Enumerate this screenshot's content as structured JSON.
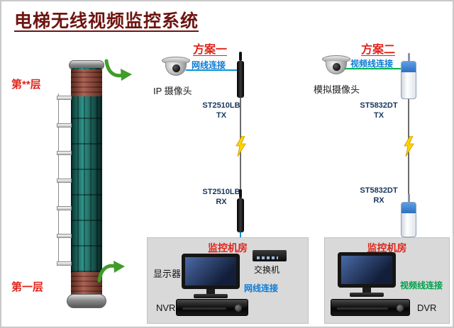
{
  "title": "电梯无线视频监控系统",
  "elevator": {
    "top_floor_label": "第**层",
    "bottom_floor_label": "第一层"
  },
  "scheme1": {
    "title": "方案一",
    "camera_label": "IP 摄像头",
    "camera_cable_label": "网线连接",
    "tx_model": "ST2510LB",
    "tx_suffix": "TX",
    "rx_model": "ST2510LB",
    "rx_suffix": "RX",
    "room": {
      "title": "监控机房",
      "monitor_label": "显示器",
      "switch_label": "交换机",
      "cable_label": "网线连接",
      "recorder_label": "NVR"
    }
  },
  "scheme2": {
    "title": "方案二",
    "camera_label": "模拟摄像头",
    "camera_cable_label": "视频线连接",
    "tx_model": "ST5832DT",
    "tx_suffix": "TX",
    "rx_model": "ST5832DT",
    "rx_suffix": "RX",
    "room": {
      "title": "监控机房",
      "cable_label": "视频线连接",
      "recorder_label": "DVR"
    }
  },
  "colors": {
    "title_maroon": "#6e1410",
    "accent_red": "#e0251c",
    "cable_blue": "#0b7bd4",
    "cable_green": "#00b050",
    "device_label_navy": "#17365d"
  }
}
